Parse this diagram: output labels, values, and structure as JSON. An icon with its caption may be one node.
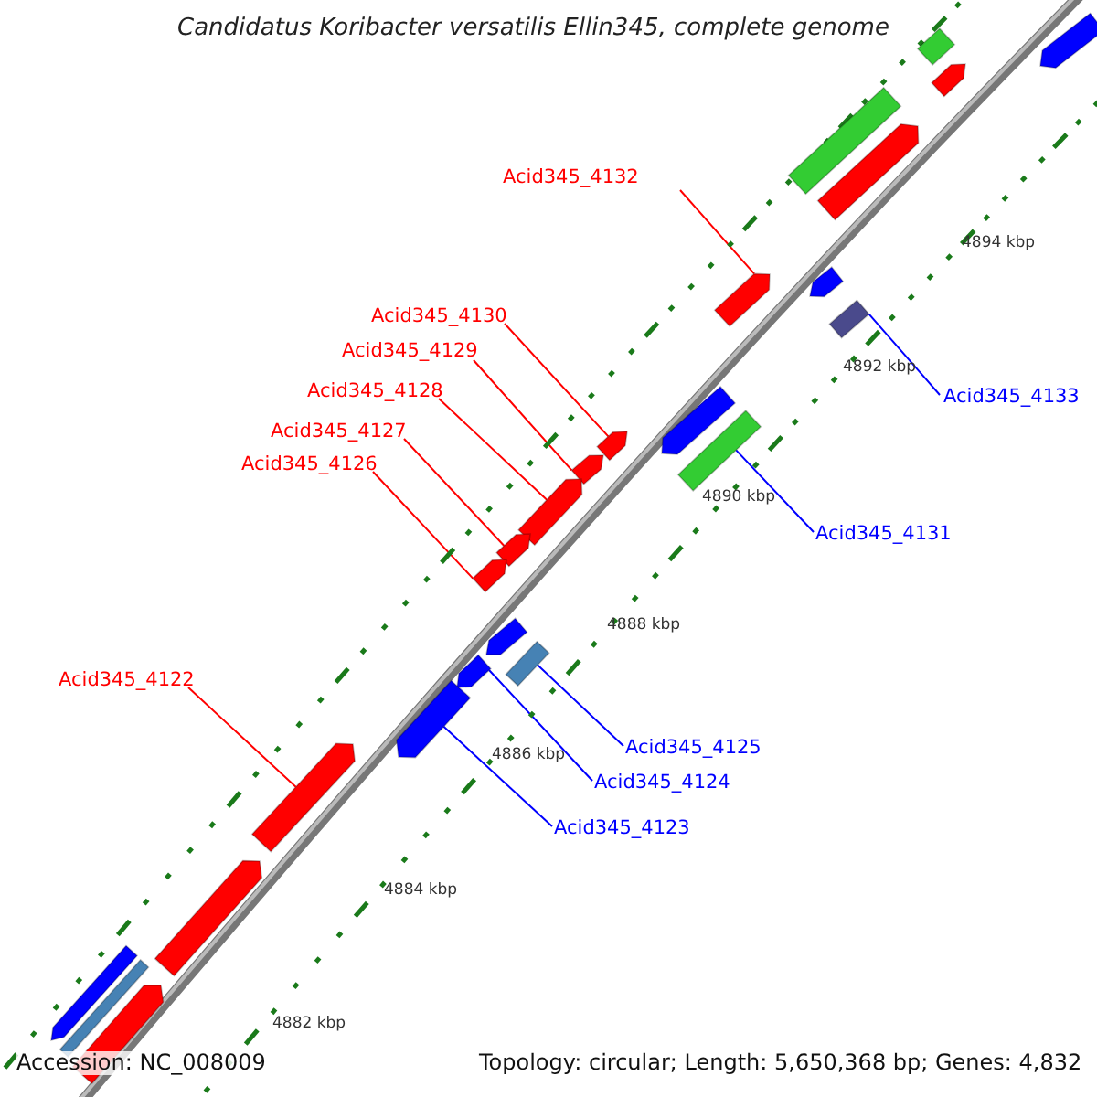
{
  "diagram": {
    "title": "Candidatus Koribacter versatilis Ellin345, complete genome",
    "nodes": [
      {
        "text": [
          "Acid345_4132"
        ]
      },
      {
        "text": [
          "Acid345_4133"
        ]
      },
      {
        "text": [
          "Acid345_4130"
        ]
      },
      {
        "text": [
          "Acid345_4129"
        ]
      },
      {
        "text": [
          "Acid345_4128"
        ]
      },
      {
        "text": [
          "Acid345_4127"
        ]
      },
      {
        "text": [
          "Acid345_4131"
        ]
      },
      {
        "text": [
          "Acid345_4126"
        ]
      },
      {
        "text": [
          "Acid345_4122"
        ]
      },
      {
        "text": [
          "Acid345_4125"
        ]
      },
      {
        "text": [
          "Acid345_4124"
        ]
      },
      {
        "text": [
          "Acid345_4123"
        ]
      },
      {
        "text": [],
        "shape": "bar"
      },
      {
        "text": [],
        "shape": "bar"
      },
      {
        "text": [],
        "shape": "bar"
      },
      {
        "text": [],
        "shape": "bar"
      },
      {
        "text": [],
        "shape": "bar"
      },
      {
        "text": [],
        "shape": "bar"
      },
      {
        "text": [],
        "shape": "bar"
      },
      {
        "text": [],
        "shape": "bar"
      },
      {
        "text": [],
        "shape": "bar"
      },
      {
        "text": [],
        "shape": "bar"
      },
      {
        "text": [],
        "shape": "bar"
      },
      {
        "text": [],
        "shape": "bar"
      },
      {
        "text": [],
        "shape": "bar"
      },
      {
        "text": [],
        "shape": "bar"
      },
      {
        "text": [],
        "shape": "bar"
      },
      {
        "text": [],
        "shape": "bar"
      },
      {
        "text": [],
        "shape": "bar"
      },
      {
        "text": [],
        "shape": "bar"
      },
      {
        "text": [],
        "shape": "bar"
      },
      {
        "text": [],
        "shape": "bar"
      },
      {
        "text": [],
        "shape": "bar"
      },
      {
        "text": [],
        "shape": "bar"
      },
      {
        "text": [],
        "shape": "bar"
      },
      {
        "text": [],
        "shape": "bar"
      }
    ],
    "edges": [
      {
        "from": 0,
        "to": 12,
        "arrow": "none"
      },
      {
        "from": 1,
        "to": 13,
        "arrow": "none",
        "color": "#0000ff"
      },
      {
        "from": 2,
        "to": 14,
        "arrow": "none"
      },
      {
        "from": 3,
        "to": 15,
        "arrow": "none"
      },
      {
        "from": 4,
        "to": 16,
        "arrow": "none"
      },
      {
        "from": 5,
        "to": 17,
        "arrow": "none"
      },
      {
        "from": 6,
        "to": 18,
        "arrow": "none",
        "color": "#0000ff"
      },
      {
        "from": 7,
        "to": 19,
        "arrow": "none"
      },
      {
        "from": 8,
        "to": 20,
        "arrow": "none"
      },
      {
        "from": 9,
        "to": 21,
        "arrow": "none",
        "color": "#0000ff"
      },
      {
        "from": 10,
        "to": 22,
        "arrow": "none",
        "color": "#0000ff"
      },
      {
        "from": 11,
        "to": 23,
        "arrow": "none",
        "color": "#0000ff"
      }
    ],
    "labels": [
      "4894 kbp",
      "4892 kbp",
      "4890 kbp",
      "4888 kbp",
      "4886 kbp",
      "4884 kbp",
      "4882 kbp",
      "Accession: NC_008009",
      "Topology: circular; Length: 5,650,368 bp; Genes: 4,832"
    ]
  }
}
